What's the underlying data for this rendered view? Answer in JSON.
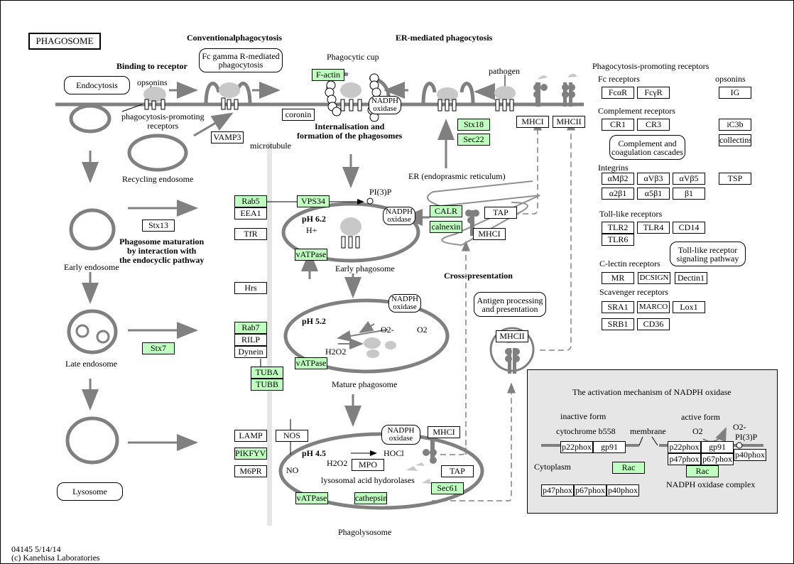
{
  "title": "PHAGOSOME",
  "footer": {
    "id_date": "04145 5/14/14",
    "copyright": "(c) Kanehisa Laboratories"
  },
  "headings": {
    "conventional": "Conventionalphagocytosis",
    "er_mediated": "ER-mediated phagocytosis",
    "binding": "Binding to receptor",
    "internalisation": "Internalisation and\nformation of the phagosomes",
    "maturation": "Phagosome maturation\nby interaction with\nthe endocyclic pathway",
    "cross": "Cross-presentation"
  },
  "labels": {
    "opsonins": "opsonins",
    "ppr": "phagocytosis-promoting\nreceptors",
    "phagocytic_cup": "Phagocytic cup",
    "pathogen": "pathogen",
    "microtubule": "microtubule",
    "recycling": "Recycling endosome",
    "early_endosome": "Early endosome",
    "late_endosome": "Late endosome",
    "er": "ER (endoprasmic reticulum)",
    "pi3p": "PI(3)P",
    "ph62": "pH  6.2",
    "hplus": "H+",
    "early_phagosome": "Early phagosome",
    "ph52": "pH  5.2",
    "o2minus": "O2-",
    "o2": "O2",
    "h2o2": "H2O2",
    "mature_phagosome": "Mature phagosome",
    "ph45": "pH  4.5",
    "hocl": "HOCl",
    "h2o2b": "H2O2",
    "no": "NO",
    "lah": "lysosomal acid hydorolases",
    "phagolysosome": "Phagolysosome"
  },
  "pathway_links": {
    "endocytosis": "Endocytosis",
    "fcgamma": "Fc gamma R-mediated\nphagocytosis",
    "complement": "Complement and\ncoagulation cascades",
    "tlr_pathway": "Toll-like receptor\nsignaling pathway",
    "antigen": "Antigen processing\nand presentation",
    "lysosome": "Lysosome"
  },
  "oxidase_nodes": {
    "n1": "NADPH\noxidase",
    "n2": "NADPH\noxidase",
    "n3": "NADPH\noxidase",
    "n4": "NADPH\noxidase"
  },
  "genes": {
    "factin": "F-actin",
    "coronin": "coronin",
    "vamp3": "VAMP3",
    "stx18": "Stx18",
    "sec22": "Sec22",
    "mhci_top": "MHCI",
    "mhcii_top": "MHCII",
    "rab5": "Rab5",
    "eea1": "EEA1",
    "tfr": "TfR",
    "stx13": "Stx13",
    "vps34": "VPS34",
    "vatpase1": "vATPase",
    "calr": "CALR",
    "calnexin": "calnexin",
    "tap1": "TAP",
    "mhci_er": "MHCI",
    "hrs": "Hrs",
    "rab7": "Rab7",
    "rilp": "RILP",
    "dynein": "Dynein",
    "tuba": "TUBA",
    "tubb": "TUBB",
    "stx7": "Stx7",
    "vatpase2": "vATPase",
    "mhcii_mid": "MHCII",
    "lamp": "LAMP",
    "pikfyve": "PIKFYVE",
    "m6pr": "M6PR",
    "nos": "NOS",
    "mpo": "MPO",
    "mhci_low": "MHCI",
    "tap2": "TAP",
    "sec61": "Sec61",
    "vatpase3": "vATPase",
    "cathepsin": "cathepsin"
  },
  "receptors": {
    "header": "Phagocytosis-promoting receptors",
    "groups": [
      {
        "name": "Fc receptors",
        "items": [
          "FcαR",
          "FcγR"
        ]
      },
      {
        "name": "Complement receptors",
        "items": [
          "CR1",
          "CR3"
        ]
      },
      {
        "name": "Integrins",
        "items": [
          "αMβ2",
          "αVβ3",
          "αVβ5",
          "α2β1",
          "α5β1",
          "β1"
        ]
      },
      {
        "name": "Toll-like receptors",
        "items": [
          "TLR2",
          "TLR4",
          "CD14",
          "TLR6"
        ]
      },
      {
        "name": "C-lectin receptors",
        "items": [
          "MR",
          "DCSIGN",
          "Dectin1"
        ]
      },
      {
        "name": "Scavenger receptors",
        "items": [
          "SRA1",
          "MARCO",
          "Lox1",
          "SRB1",
          "CD36"
        ]
      }
    ],
    "opsonins_header": "opsonins",
    "opsonins": [
      "IG",
      "iC3b",
      "collectins",
      "TSP"
    ]
  },
  "nadph_panel": {
    "title": "The activation mechanism of NADPH oxidase",
    "inactive": "inactive form",
    "cytochrome": "cytochrome b558",
    "membrane": "membrane",
    "active": "active form",
    "o2": "O2",
    "o2minus": "O2-",
    "pi3p": "PI(3)P",
    "cytoplasm": "Cytoplasm",
    "complex": "NADPH oxidase complex",
    "inactive_genes": {
      "p22phox": "p22phox",
      "gp91": "gp91",
      "rac": "Rac",
      "p47phox": "p47phox",
      "p67phox": "p67phox",
      "p40phox": "p40phox"
    },
    "active_genes": {
      "p22phox": "p22phox",
      "gp91": "gp91",
      "p47phox": "p47phox",
      "p67phox": "p67phox",
      "p40phox": "p40phox",
      "rac": "Rac"
    }
  },
  "colors": {
    "gene_highlight": "#bfffbf",
    "membrane": "#808080",
    "panel_bg": "#e6e6e6"
  }
}
